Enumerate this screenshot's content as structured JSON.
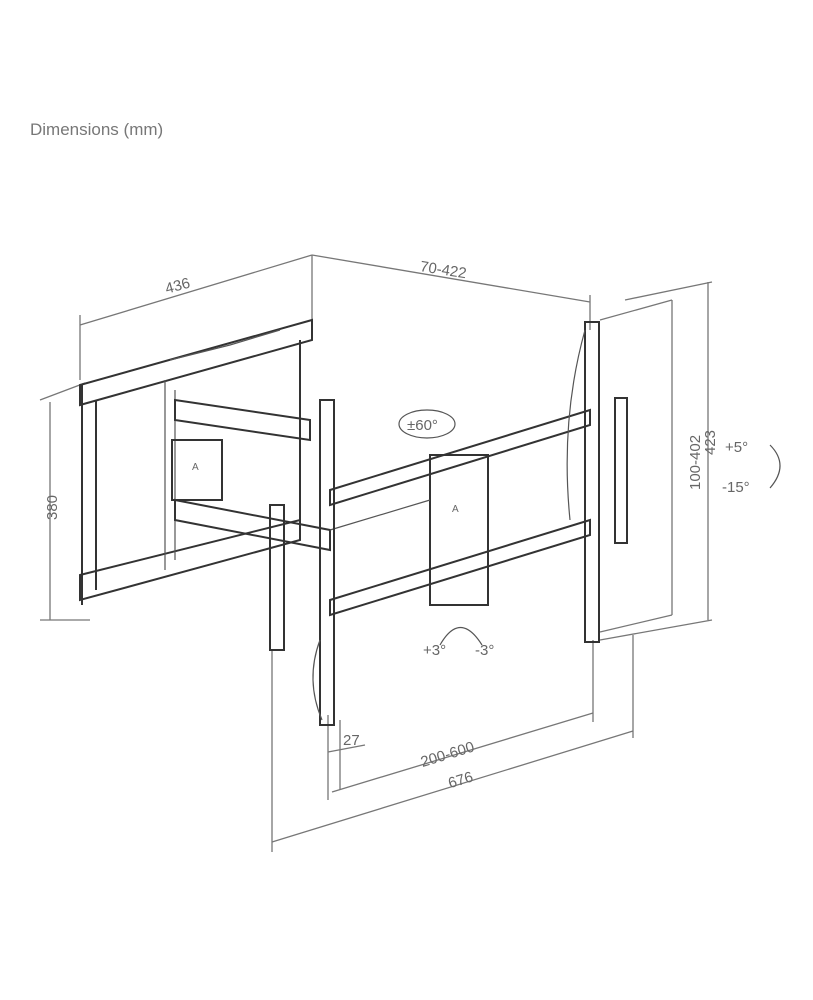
{
  "title": "Dimensions (mm)",
  "dimensions": {
    "wall_plate_width": "436",
    "extension": "70-422",
    "wall_plate_height": "380",
    "swivel": "±60°",
    "vesa_vertical": "100-402",
    "total_height": "423",
    "tilt_up": "+5°",
    "tilt_down": "-15°",
    "level_plus": "+3°",
    "level_minus": "-3°",
    "profile": "27",
    "vesa_horizontal": "200-600",
    "total_width": "676"
  }
}
